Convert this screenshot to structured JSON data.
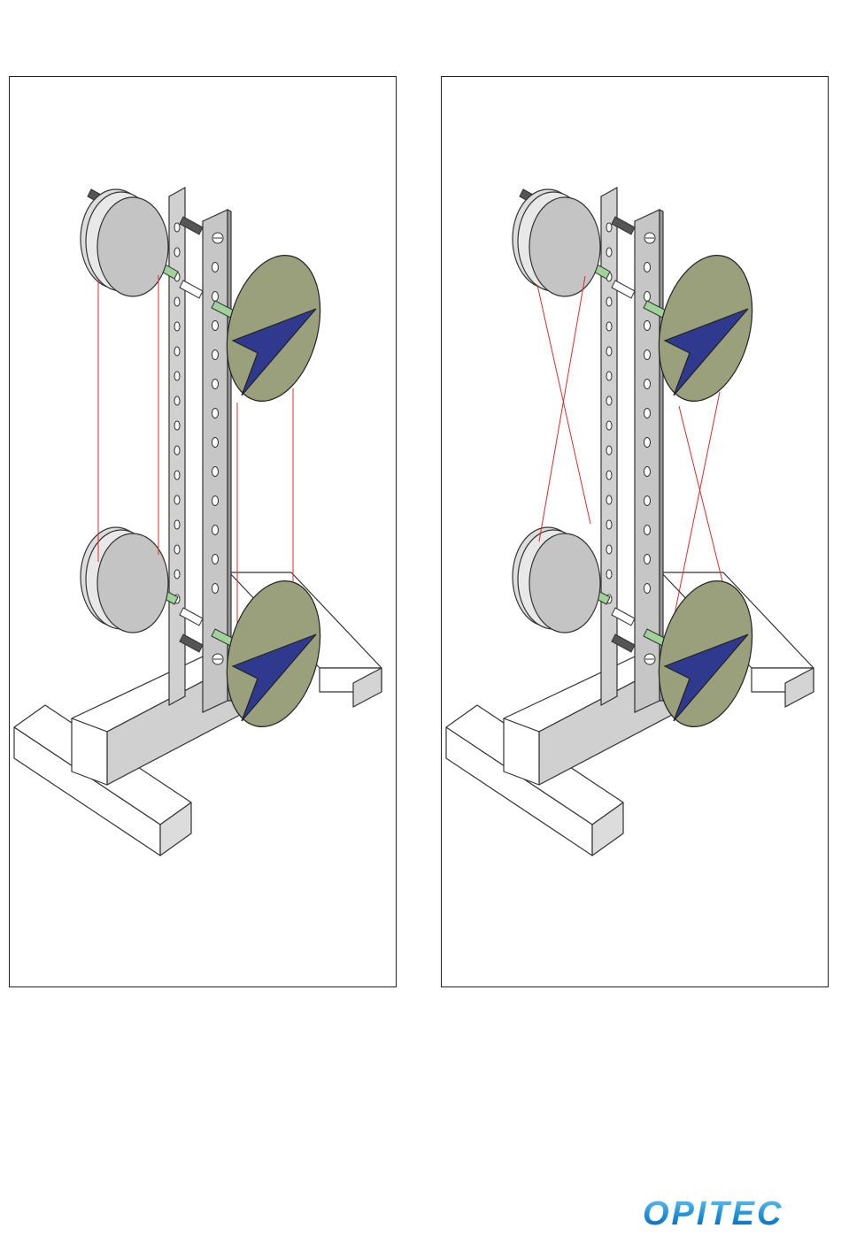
{
  "panels": [
    {
      "id": "left",
      "belt": "parallel"
    },
    {
      "id": "right",
      "belt": "crossed"
    }
  ],
  "brand": {
    "text": "OPITEC",
    "color": "#1b8fd6"
  },
  "colors": {
    "wood": "#ffffff",
    "wood_shade": "#cfcfcf",
    "metal": "#c9c9c9",
    "pulley": "#c4c4c4",
    "disc": "#9aa07b",
    "arrow": "#2f3a8e",
    "axle": "#9fd39a",
    "belt": "#e0282a"
  }
}
